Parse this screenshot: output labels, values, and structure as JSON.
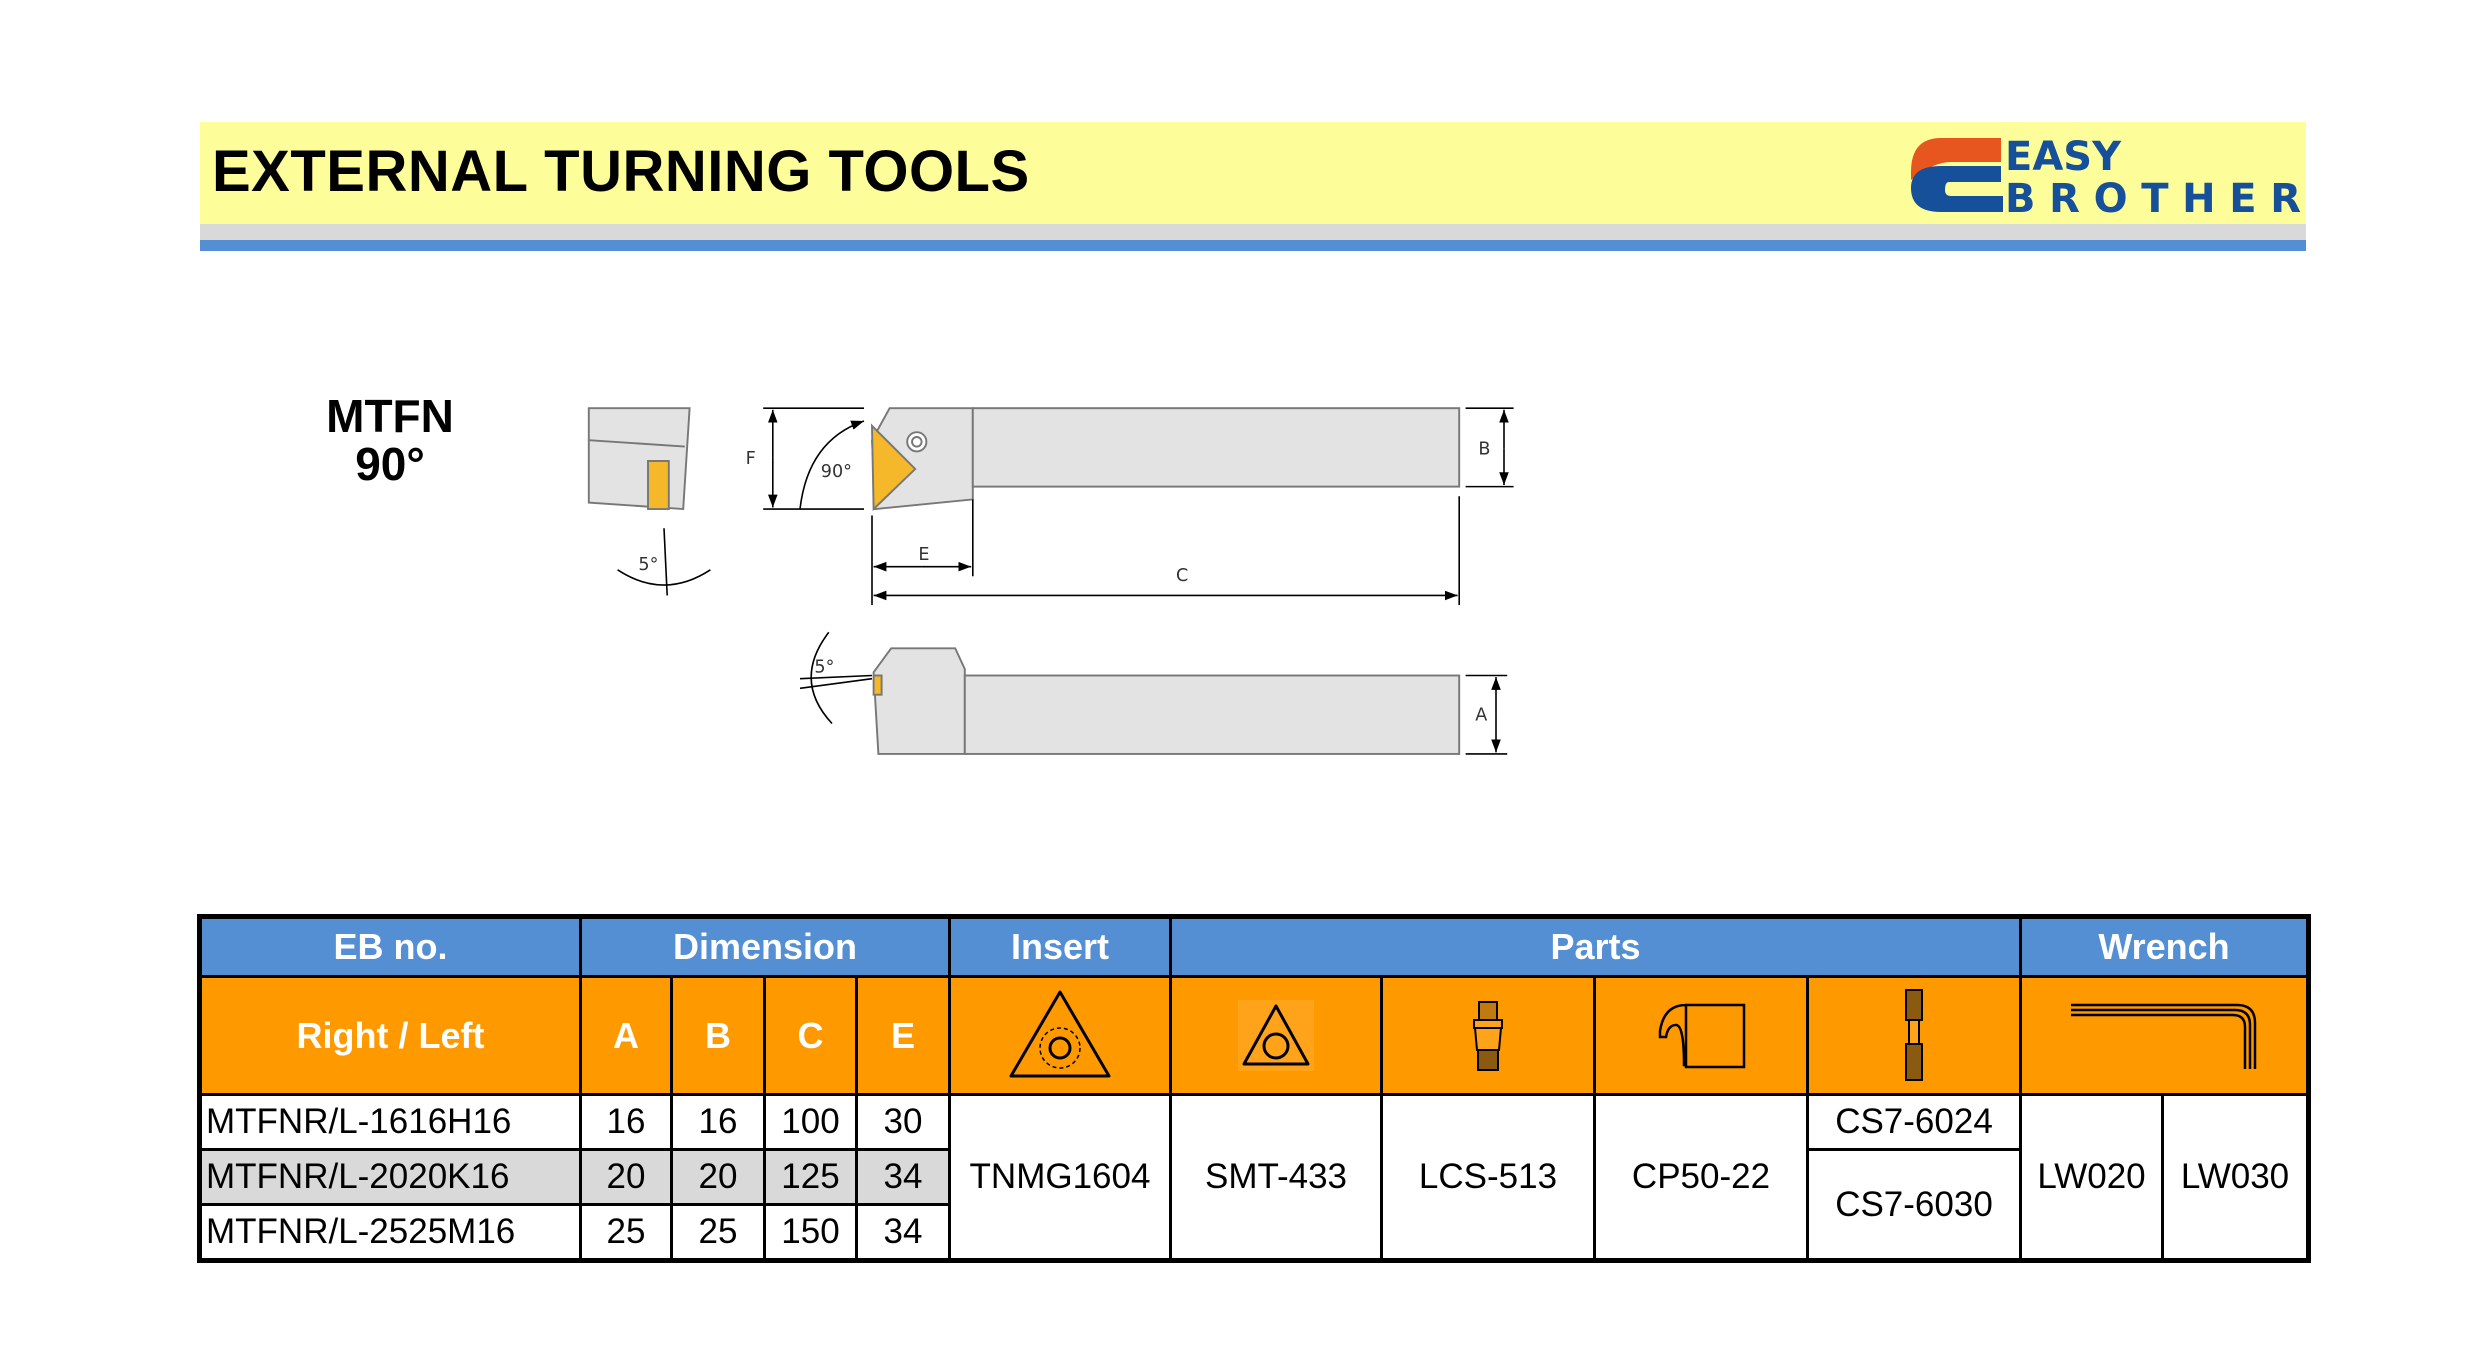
{
  "header": {
    "title": "EXTERNAL TURNING TOOLS",
    "logo_line1": "EASY",
    "logo_line2": "BROTHER"
  },
  "colors": {
    "yellow": "#fdfd9a",
    "blue": "#548fd4",
    "orange": "#ff9900",
    "logo_orange": "#e8561f",
    "logo_blue": "#164f9a",
    "insert": "#f5b82a"
  },
  "model": {
    "name": "MTFN",
    "angle": "90°"
  },
  "drawing": {
    "labels": {
      "F": "F",
      "B": "B",
      "E": "E",
      "C": "C",
      "A": "A",
      "angle_90": "90°",
      "angle_5a": "5°",
      "angle_5b": "5°"
    }
  },
  "table": {
    "group_headers": {
      "eb": "EB no.",
      "dimension": "Dimension",
      "insert": "Insert",
      "parts": "Parts",
      "wrench": "Wrench"
    },
    "sub_headers": {
      "right_left": "Right / Left",
      "A": "A",
      "B": "B",
      "C": "C",
      "E": "E"
    },
    "icons": [
      "insert-triangle-icon",
      "shim-icon",
      "lock-screw-icon",
      "clamp-icon",
      "shim-screw-icon",
      "hex-wrench-icon"
    ],
    "rows": [
      {
        "code": "MTFNR/L-1616H16",
        "A": "16",
        "B": "16",
        "C": "100",
        "E": "30"
      },
      {
        "code": "MTFNR/L-2020K16",
        "A": "20",
        "B": "20",
        "C": "125",
        "E": "34"
      },
      {
        "code": "MTFNR/L-2525M16",
        "A": "25",
        "B": "25",
        "C": "150",
        "E": "34"
      }
    ],
    "insert": "TNMG1604",
    "parts": {
      "shim": "SMT-433",
      "lock": "LCS-513",
      "clamp": "CP50-22",
      "screw1": "CS7-6024",
      "screw2": "CS7-6030"
    },
    "wrench": {
      "w1": "LW020",
      "w2": "LW030"
    }
  }
}
